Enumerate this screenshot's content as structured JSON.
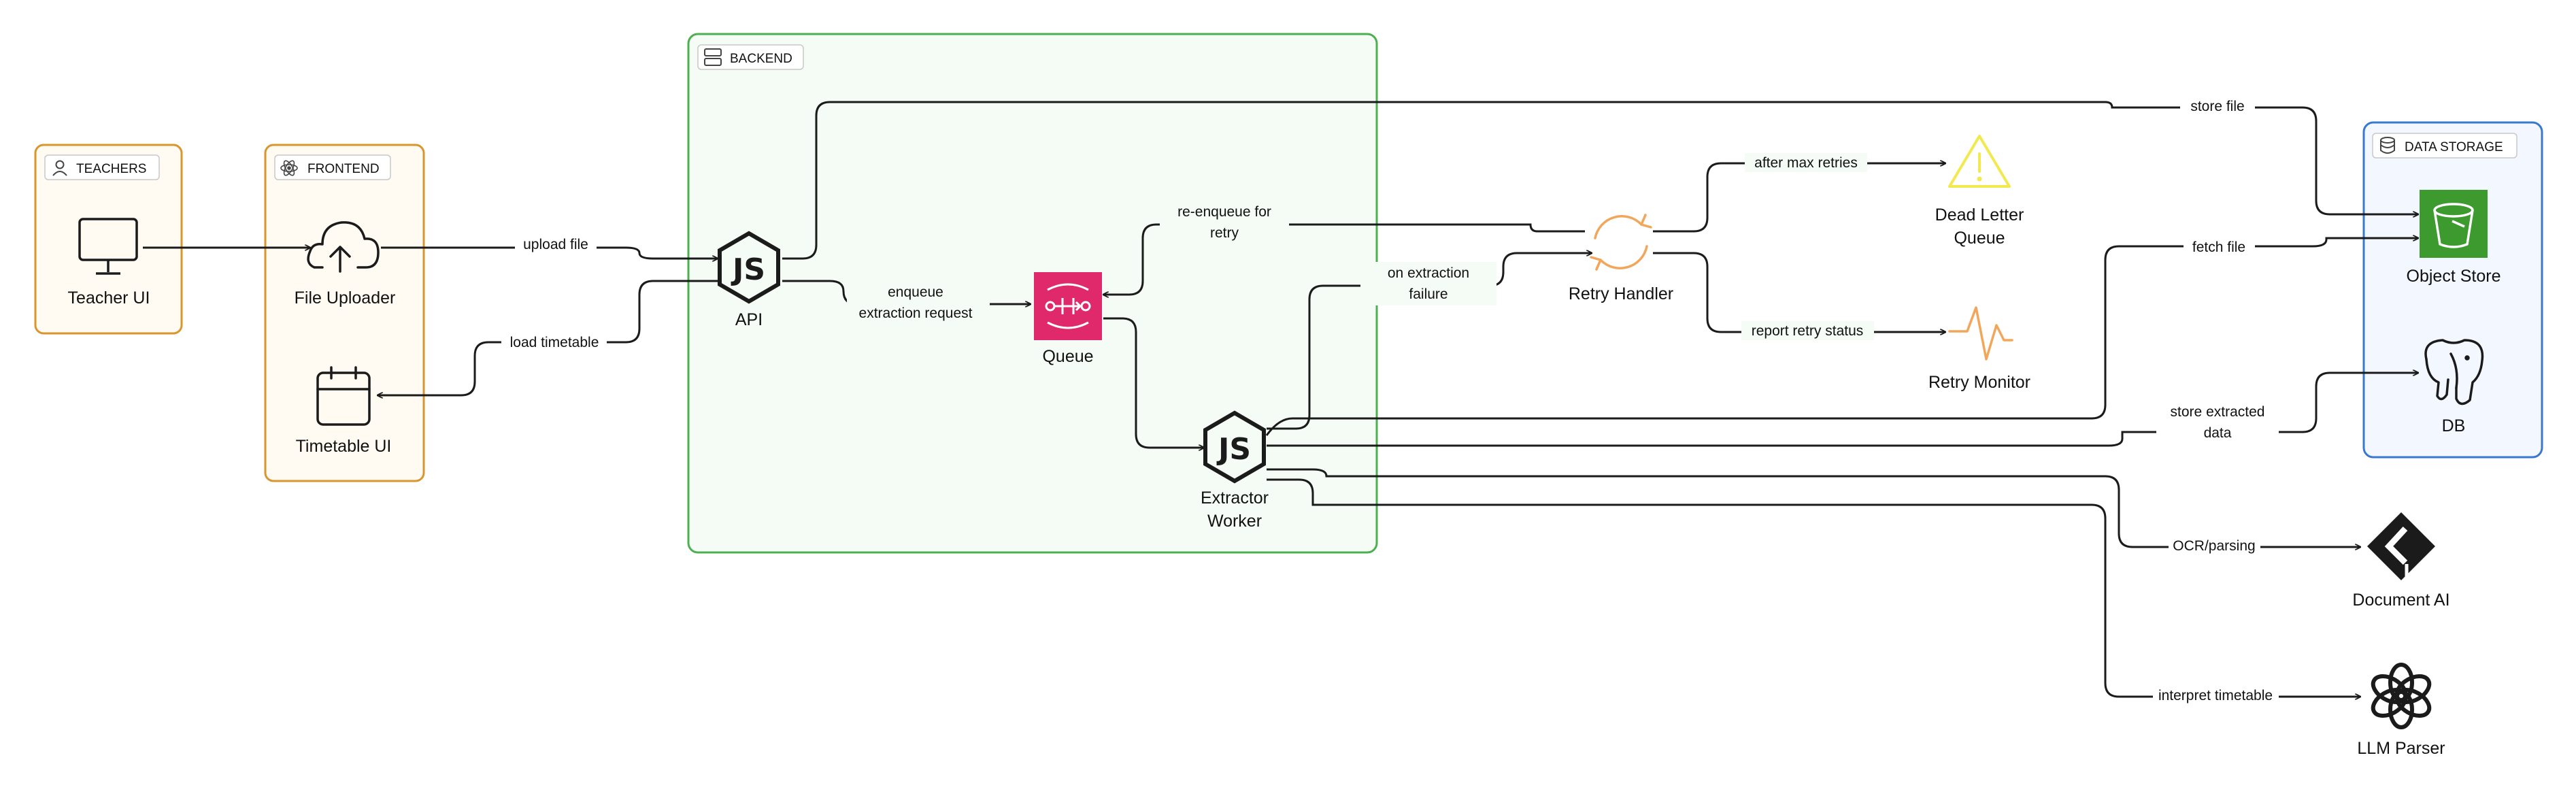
{
  "groups": {
    "teachers": {
      "label": "TEACHERS",
      "border": "#d9962e",
      "fill": "#fffaf2"
    },
    "frontend": {
      "label": "FRONTEND",
      "border": "#d9962e",
      "fill": "#fffaf2"
    },
    "backend": {
      "label": "BACKEND",
      "border": "#4caf50",
      "fill": "#f5fcf5"
    },
    "data_storage": {
      "label": "DATA STORAGE",
      "border": "#3a78cf",
      "fill": "#f3f7ff"
    }
  },
  "nodes": {
    "teacher_ui": {
      "label": "Teacher UI",
      "icon": "monitor-icon"
    },
    "file_uploader": {
      "label": "File Uploader",
      "icon": "cloud-upload-icon"
    },
    "timetable_ui": {
      "label": "Timetable UI",
      "icon": "calendar-icon"
    },
    "api": {
      "label": "API",
      "icon": "nodejs-icon"
    },
    "queue": {
      "label": "Queue",
      "icon": "sqs-queue-icon",
      "color": "#e0296b"
    },
    "extractor_worker": {
      "label_1": "Extractor",
      "label_2": "Worker",
      "icon": "nodejs-icon"
    },
    "retry_handler": {
      "label": "Retry Handler",
      "icon": "retry-cycle-icon",
      "color": "#f2a65a"
    },
    "dead_letter_queue": {
      "label_1": "Dead Letter",
      "label_2": "Queue",
      "icon": "warning-triangle-icon",
      "color": "#f2e94e"
    },
    "retry_monitor": {
      "label": "Retry Monitor",
      "icon": "pulse-icon",
      "color": "#f2a65a"
    },
    "object_store": {
      "label": "Object Store",
      "icon": "bucket-icon",
      "color": "#3d9a2e"
    },
    "db": {
      "label": "DB",
      "icon": "postgresql-elephant-icon"
    },
    "document_ai": {
      "label": "Document AI",
      "icon": "document-ai-icon"
    },
    "llm_parser": {
      "label": "LLM Parser",
      "icon": "openai-icon"
    }
  },
  "edges": {
    "upload_file": "upload file",
    "load_timetable": "load timetable",
    "enqueue_1": "enqueue",
    "enqueue_2": "extraction request",
    "reenqueue_1": "re-enqueue for",
    "reenqueue_2": "retry",
    "on_failure_1": "on extraction",
    "on_failure_2": "failure",
    "after_max_retries": "after max retries",
    "report_retry_status": "report retry status",
    "store_file": "store file",
    "fetch_file": "fetch file",
    "store_extracted_1": "store extracted",
    "store_extracted_2": "data",
    "ocr_parsing": "OCR/parsing",
    "interpret_timetable": "interpret timetable"
  }
}
